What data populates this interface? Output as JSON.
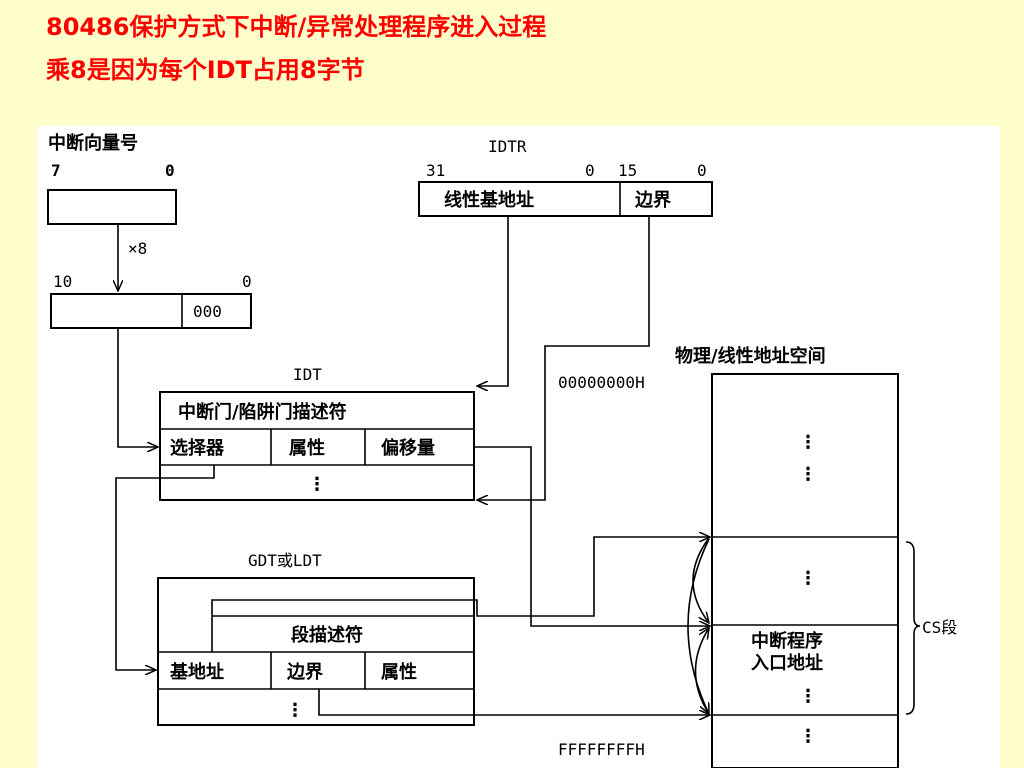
{
  "title": {
    "line1": "80486保护方式下中断/异常处理程序进入过程",
    "line2": "乘8是因为每个IDT占用8字节"
  },
  "vector": {
    "label": "中断向量号",
    "bit_high": "7",
    "bit_low": "0",
    "multiply": "×8",
    "result_high": "10",
    "result_low": "0",
    "suffix": "000"
  },
  "idtr": {
    "label": "IDTR",
    "bit31": "31",
    "bit0a": "0",
    "bit15": "15",
    "bit0b": "0",
    "base": "线性基地址",
    "limit": "边界"
  },
  "idt": {
    "label": "IDT",
    "header": "中断门/陷阱门描述符",
    "selector": "选择器",
    "attr": "属性",
    "offset": "偏移量",
    "dots": "⋮"
  },
  "gdt": {
    "label": "GDT或LDT",
    "header": "段描述符",
    "base": "基地址",
    "limit": "边界",
    "attr": "属性",
    "dots": "⋮"
  },
  "memory": {
    "label": "物理/线性地址空间",
    "start": "00000000H",
    "end": "FFFFFFFFH",
    "dots": "⋮",
    "entry_line1": "中断程序",
    "entry_line2": "入口地址",
    "cs_label": "CS段"
  }
}
